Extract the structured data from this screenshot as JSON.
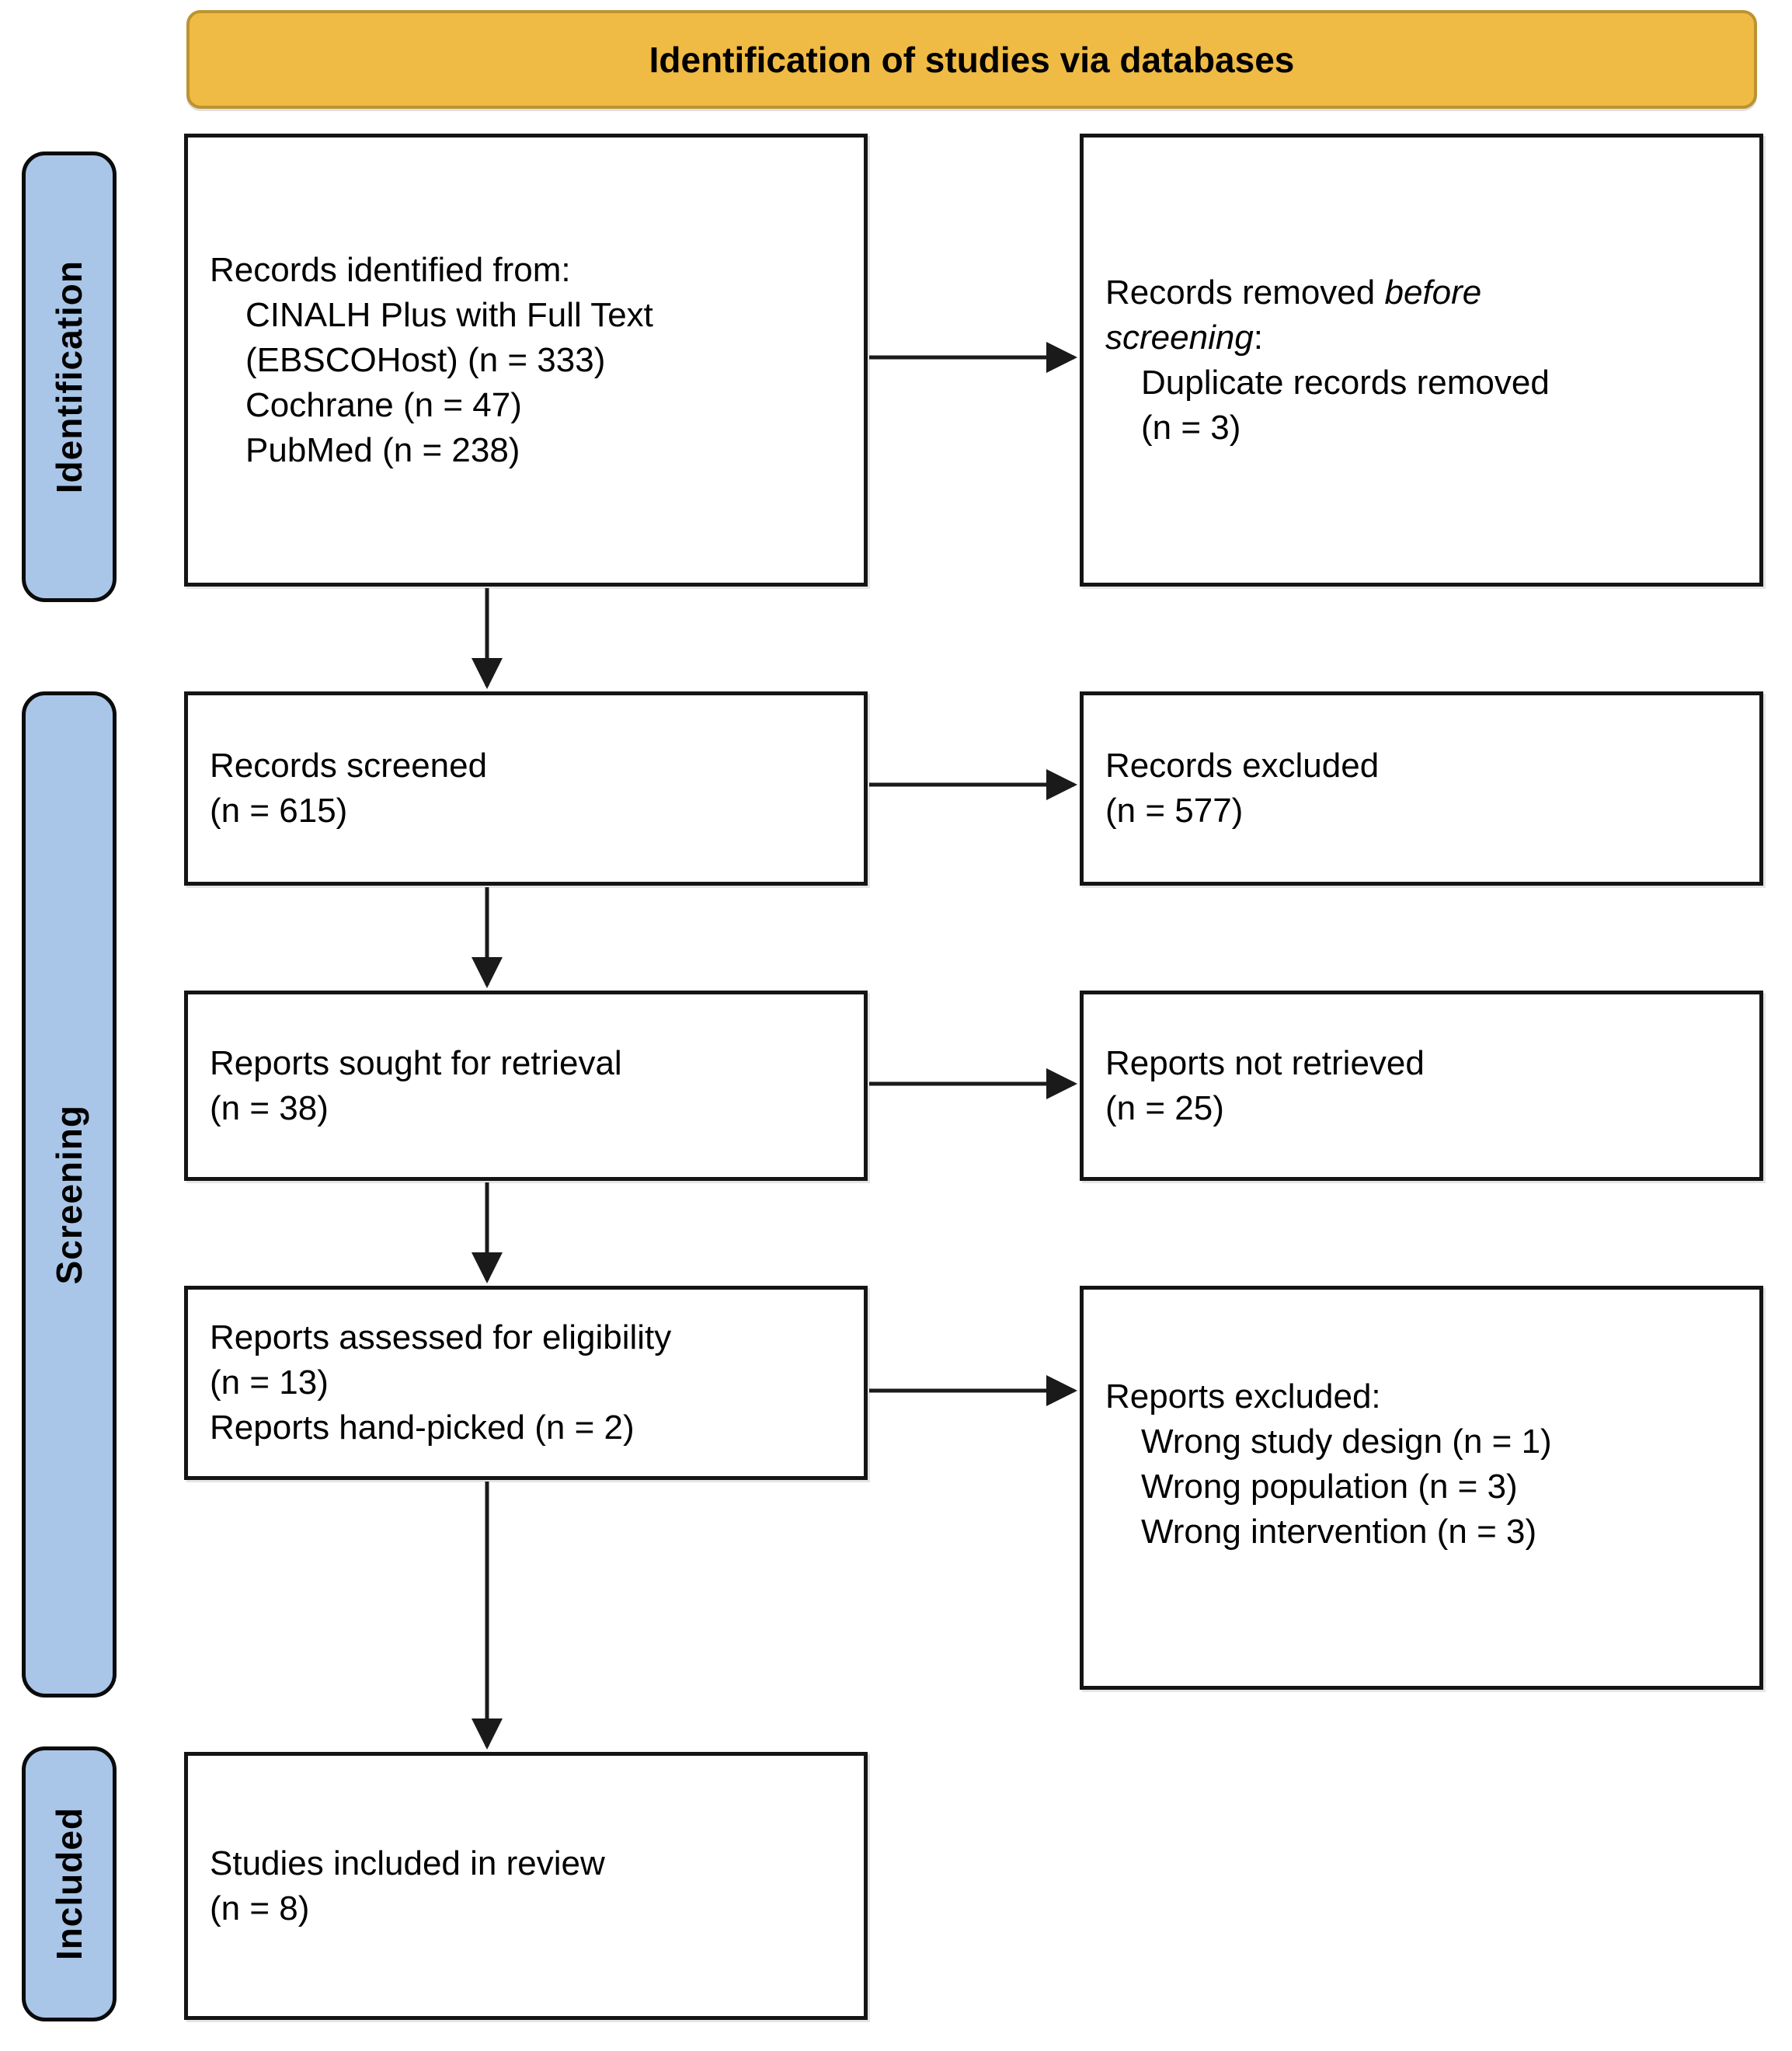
{
  "header": {
    "title": "Identification of studies via databases"
  },
  "stage_labels": {
    "identification": "Identification",
    "screening": "Screening",
    "included": "Included"
  },
  "boxes": {
    "records_identified": {
      "title": "Records identified from:",
      "item1_line1": "CINALH Plus with Full Text",
      "item1_line2": "(EBSCOHost) (n = 333)",
      "item2": "Cochrane (n = 47)",
      "item3": "PubMed (n = 238)"
    },
    "records_removed": {
      "line1_normal": "Records removed ",
      "line1_italic": "before",
      "line2_italic": "screening",
      "line2_normal": ":",
      "item1_line1": "Duplicate records removed",
      "item1_line2": "(n = 3)"
    },
    "records_screened": {
      "line1": "Records screened",
      "line2": "(n = 615)"
    },
    "records_excluded": {
      "line1": "Records excluded",
      "line2": "(n = 577)"
    },
    "reports_sought": {
      "line1": "Reports sought for retrieval",
      "line2": "(n = 38)"
    },
    "reports_not_retrieved": {
      "line1": "Reports not retrieved",
      "line2": "(n = 25)"
    },
    "reports_assessed": {
      "line1": "Reports assessed for eligibility",
      "line2": "(n = 13)",
      "line3": "Reports hand-picked (n = 2)"
    },
    "reports_excluded": {
      "title": "Reports excluded:",
      "item1": "Wrong study design (n = 1)",
      "item2": "Wrong population (n = 3)",
      "item3": "Wrong intervention (n = 3)"
    },
    "studies_included": {
      "line1": "Studies included in review",
      "line2": "(n = 8)"
    }
  },
  "colors": {
    "header_fill": "#F0BB44",
    "header_border": "#BD9330",
    "stage_fill": "#A9C6E8",
    "box_border": "#141414",
    "arrow": "#1A1A1A",
    "text": "#000000"
  }
}
